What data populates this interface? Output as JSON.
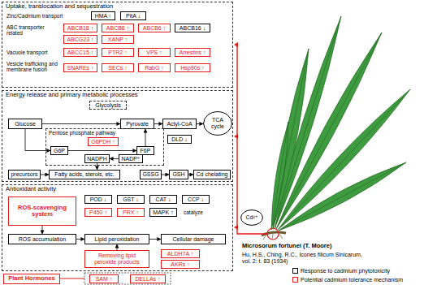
{
  "diagram": {
    "nodes": [
      {
        "text": [
          "Uptake, translocation and sequestration"
        ]
      },
      {
        "text": [
          "HMA ↑"
        ],
        "in": 0
      },
      {
        "text": [
          "PitA ↓"
        ],
        "in": 0
      },
      {
        "text": [
          "ABCB18 ↑"
        ],
        "in": 0
      },
      {
        "text": [
          "ABCB8 ↑"
        ],
        "in": 0
      },
      {
        "text": [
          "ABCB6 ↑"
        ],
        "in": 0
      },
      {
        "text": [
          "ABCB16 ↓"
        ],
        "in": 0
      },
      {
        "text": [
          "ABCG23 ↑"
        ],
        "in": 0
      },
      {
        "text": [
          "XANP ↑"
        ],
        "in": 0
      },
      {
        "text": [
          "ABCC15 ↑"
        ],
        "in": 0
      },
      {
        "text": [
          "PTR2 ↑"
        ],
        "in": 0
      },
      {
        "text": [
          "VPS ↑"
        ],
        "in": 0
      },
      {
        "text": [
          "Arrestins ↑"
        ],
        "in": 0
      },
      {
        "text": [
          "SNAREs ↑"
        ],
        "in": 0
      },
      {
        "text": [
          "SECs ↑"
        ],
        "in": 0
      },
      {
        "text": [
          "RabG ↑"
        ],
        "in": 0
      },
      {
        "text": [
          "Hsp90s ↑"
        ],
        "in": 0
      },
      {
        "text": [
          "Energy release and primary metabolic processes"
        ]
      },
      {
        "text": [
          "Glycolysis"
        ],
        "in": 17
      },
      {
        "text": [
          "Glucose"
        ],
        "in": 17
      },
      {
        "text": [
          "Pyruvate"
        ],
        "in": 17
      },
      {
        "text": [
          "Actyl-CoA"
        ],
        "in": 17
      },
      {
        "text": [
          "TCA cycle"
        ],
        "in": 17
      },
      {
        "text": [
          "Pentose phosphate pathway"
        ],
        "in": 17
      },
      {
        "text": [
          "G6PDH ↑"
        ],
        "in": 23
      },
      {
        "text": [
          "DLD ↓"
        ],
        "in": 17
      },
      {
        "text": [
          "G6P"
        ],
        "in": 23
      },
      {
        "text": [
          "F6P"
        ],
        "in": 23
      },
      {
        "text": [
          "NADPH"
        ],
        "in": 23
      },
      {
        "text": [
          "NADP⁺"
        ],
        "in": 23
      },
      {
        "text": [
          "precursors"
        ],
        "in": 17
      },
      {
        "text": [
          "Fatty acids, sterols, etc."
        ],
        "in": 17
      },
      {
        "text": [
          "GSSG"
        ],
        "in": 17
      },
      {
        "text": [
          "GSH"
        ],
        "in": 17
      },
      {
        "text": [
          "Cd chelating"
        ],
        "in": 17
      },
      {
        "text": [
          "Antioxidant activity"
        ]
      },
      {
        "text": [
          "ROS-scavenging system"
        ],
        "in": 35
      },
      {
        "text": [
          "POD ↓"
        ],
        "in": 35
      },
      {
        "text": [
          "GST ↓"
        ],
        "in": 35
      },
      {
        "text": [
          "CAT ↓"
        ],
        "in": 35
      },
      {
        "text": [
          "CCP ↓"
        ],
        "in": 35
      },
      {
        "text": [
          "P450 ↑"
        ],
        "in": 35
      },
      {
        "text": [
          "PRX ↑"
        ],
        "in": 35
      },
      {
        "text": [
          "MAPK ↑"
        ],
        "in": 35
      },
      {
        "text": [
          "ROS accumulation"
        ],
        "in": 35
      },
      {
        "text": [
          "Lipid peroxidation"
        ],
        "in": 35
      },
      {
        "text": [
          "Cellular damage"
        ],
        "in": 35
      },
      {
        "text": [
          "Removing lipid peroxide products"
        ],
        "in": 35
      },
      {
        "text": [
          "ALDH7A ↑"
        ],
        "in": 35
      },
      {
        "text": [
          "AKRs ↑"
        ],
        "in": 35
      },
      {
        "text": [
          "Plant Hormones"
        ]
      },
      {
        "text": [
          "SAM ↑"
        ]
      },
      {
        "text": [
          "DELLAs ↑"
        ]
      },
      {
        "text": [
          "Cd²⁺"
        ]
      }
    ],
    "edges": [
      {
        "from": 19,
        "to": 20,
        "arrow": "to"
      },
      {
        "from": 20,
        "to": 21,
        "arrow": "to"
      },
      {
        "from": 21,
        "to": 22,
        "arrow": "to"
      },
      {
        "from": 19,
        "to": 26,
        "arrow": "to"
      },
      {
        "from": 26,
        "to": 27,
        "arrow": "to"
      },
      {
        "from": 27,
        "to": 20,
        "arrow": "to"
      },
      {
        "from": 29,
        "to": 28,
        "arrow": "to"
      },
      {
        "from": 28,
        "to": 31,
        "arrow": "to"
      },
      {
        "from": 30,
        "to": 31,
        "arrow": "to"
      },
      {
        "from": 32,
        "to": 33,
        "arrow": "to"
      },
      {
        "from": 33,
        "to": 34,
        "arrow": "to"
      },
      {
        "from": 36,
        "to": 44,
        "arrow": "to"
      },
      {
        "from": 44,
        "to": 45,
        "arrow": "to"
      },
      {
        "from": 45,
        "to": 46,
        "arrow": "to"
      },
      {
        "from": 47,
        "to": 45,
        "arrow": "to"
      }
    ],
    "labels": [
      "Zinc/Cadmium transport",
      "ABC transporter related",
      "Vacuole transport",
      "Vesicle trafficking and membrane fusion",
      "catalyze",
      "Microsorum fortunei (T. Moore)",
      "Hu, H.S., Ching, R.C., Icones filicum Sinicarum, vol. 2: t. 83 (1934)"
    ],
    "legend": [
      {
        "text": "Response to cadmium phytotoxicity",
        "color": "#000000"
      },
      {
        "text": "Potential cadmium tolerance mechanism",
        "color": "#e41a1c"
      }
    ]
  }
}
